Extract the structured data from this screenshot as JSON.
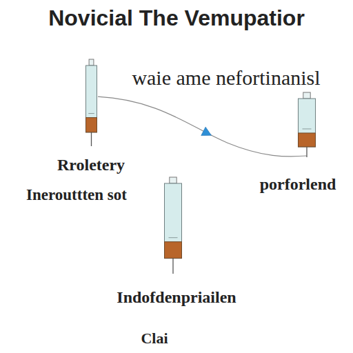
{
  "diagram": {
    "title": "Novicial The Vemupatior",
    "nodes": [
      {
        "text": [
          "Rroletery"
        ]
      },
      {
        "text": [
          "porforlend"
        ]
      },
      {
        "text": [
          "Indofdenpriailen"
        ]
      }
    ],
    "edges": [
      {
        "from": 0,
        "to": 1,
        "arrow": "to"
      }
    ],
    "labels": [
      "waie ame nefortinanisl",
      "Inerouttten sot",
      "Clai"
    ]
  }
}
